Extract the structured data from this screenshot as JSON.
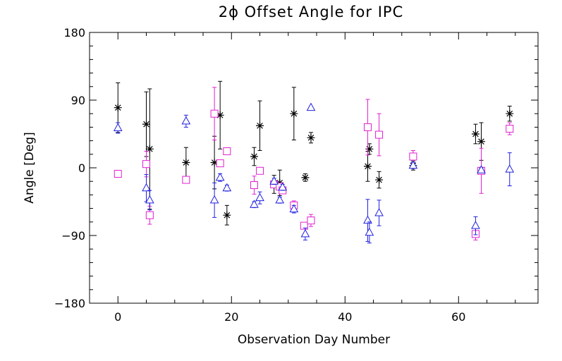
{
  "chart_data": {
    "type": "scatter",
    "title": "2ϕ Offset Angle for IPC",
    "xlabel": "Observation Day Number",
    "ylabel": "Angle [Deg]",
    "xlim": [
      -5,
      74
    ],
    "ylim": [
      -180,
      180
    ],
    "xticks": [
      0,
      20,
      40,
      60
    ],
    "xtick_labels": [
      "0",
      "20",
      "40",
      "60"
    ],
    "yticks": [
      -180,
      -90,
      0,
      90,
      180
    ],
    "ytick_labels": [
      "−180",
      "−90",
      "0",
      "90",
      "180"
    ],
    "grid": false,
    "error_bars": true,
    "series": [
      {
        "marker": "asterisk",
        "color": "#000000",
        "points": [
          {
            "x": 0,
            "y": 80,
            "err": 33
          },
          {
            "x": 5,
            "y": 58,
            "err": 43
          },
          {
            "x": 5.6,
            "y": 25,
            "err": 80
          },
          {
            "x": 12,
            "y": 7,
            "err": 20
          },
          {
            "x": 17,
            "y": 7,
            "err": 35
          },
          {
            "x": 18,
            "y": 70,
            "err": 45
          },
          {
            "x": 19.2,
            "y": -63,
            "err": 13
          },
          {
            "x": 24,
            "y": 15,
            "err": 12
          },
          {
            "x": 25,
            "y": 56,
            "err": 33
          },
          {
            "x": 27.5,
            "y": -22,
            "err": 12
          },
          {
            "x": 28.5,
            "y": -20,
            "err": 17
          },
          {
            "x": 31,
            "y": 72,
            "err": 35
          },
          {
            "x": 33,
            "y": -13,
            "err": 5
          },
          {
            "x": 34,
            "y": 40,
            "err": 7
          },
          {
            "x": 44,
            "y": 2,
            "err": 20
          },
          {
            "x": 44.3,
            "y": 25,
            "err": 7
          },
          {
            "x": 46,
            "y": -16,
            "err": 11
          },
          {
            "x": 52,
            "y": 3,
            "err": 6
          },
          {
            "x": 63,
            "y": 45,
            "err": 13
          },
          {
            "x": 64,
            "y": 35,
            "err": 25
          },
          {
            "x": 69,
            "y": 72,
            "err": 10
          }
        ]
      },
      {
        "marker": "square",
        "color": "#e020d0",
        "points": [
          {
            "x": 0,
            "y": -8,
            "err": 4
          },
          {
            "x": 5,
            "y": 5,
            "err": 17
          },
          {
            "x": 5.6,
            "y": -63,
            "err": 12
          },
          {
            "x": 12,
            "y": -16,
            "err": 4
          },
          {
            "x": 17,
            "y": 72,
            "err": 35
          },
          {
            "x": 18,
            "y": 6,
            "err": 4
          },
          {
            "x": 19.2,
            "y": 22,
            "err": 3
          },
          {
            "x": 24,
            "y": -23,
            "err": 12
          },
          {
            "x": 25,
            "y": -4,
            "err": 4
          },
          {
            "x": 27.5,
            "y": -22,
            "err": 3
          },
          {
            "x": 28.5,
            "y": -25,
            "err": 3
          },
          {
            "x": 29,
            "y": -30,
            "err": 3
          },
          {
            "x": 31,
            "y": -50,
            "err": 6
          },
          {
            "x": 32.8,
            "y": -77,
            "err": 4
          },
          {
            "x": 34,
            "y": -70,
            "err": 8
          },
          {
            "x": 44,
            "y": 54,
            "err": 37
          },
          {
            "x": 46,
            "y": 44,
            "err": 28
          },
          {
            "x": 52,
            "y": 15,
            "err": 8
          },
          {
            "x": 63,
            "y": -88,
            "err": 8
          },
          {
            "x": 64,
            "y": -4,
            "err": 30
          },
          {
            "x": 69,
            "y": 52,
            "err": 8
          }
        ]
      },
      {
        "marker": "triangle",
        "color": "#2020e0",
        "points": [
          {
            "x": 0,
            "y": 53,
            "err": 7
          },
          {
            "x": 5,
            "y": -27,
            "err": 18
          },
          {
            "x": 5.6,
            "y": -43,
            "err": 13
          },
          {
            "x": 12,
            "y": 62,
            "err": 8
          },
          {
            "x": 17,
            "y": -43,
            "err": 23
          },
          {
            "x": 18,
            "y": -13,
            "err": 5
          },
          {
            "x": 19.2,
            "y": -27,
            "err": 4
          },
          {
            "x": 24,
            "y": -49,
            "err": 4
          },
          {
            "x": 25,
            "y": -40,
            "err": 8
          },
          {
            "x": 27.5,
            "y": -18,
            "err": 4
          },
          {
            "x": 28.5,
            "y": -43,
            "err": 4
          },
          {
            "x": 29,
            "y": -26,
            "err": 4
          },
          {
            "x": 31,
            "y": -55,
            "err": 5
          },
          {
            "x": 33,
            "y": -88,
            "err": 8
          },
          {
            "x": 34,
            "y": 80,
            "err": 0
          },
          {
            "x": 44,
            "y": -70,
            "err": 28
          },
          {
            "x": 44.3,
            "y": -86,
            "err": 14
          },
          {
            "x": 46,
            "y": -60,
            "err": 17
          },
          {
            "x": 52,
            "y": 3,
            "err": 4
          },
          {
            "x": 63,
            "y": -77,
            "err": 12
          },
          {
            "x": 64,
            "y": -3,
            "err": 3
          },
          {
            "x": 69,
            "y": -2,
            "err": 22
          }
        ]
      }
    ]
  }
}
